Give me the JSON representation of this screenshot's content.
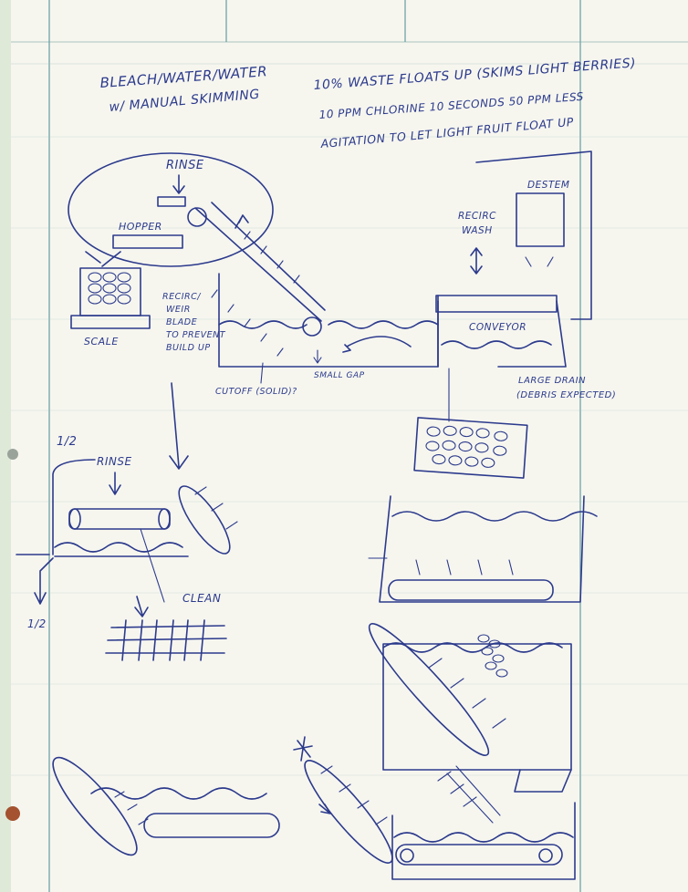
{
  "notes": {
    "heading_left_1": "BLEACH/WATER/WATER",
    "heading_left_2": "w/ MANUAL SKIMMING",
    "heading_right_1": "10% WASTE FLOATS UP (SKIMS LIGHT BERRIES)",
    "heading_right_2": "10 PPM CHLORINE 10 SECONDS    50 PPM LESS",
    "heading_right_3": "AGITATION TO LET LIGHT FRUIT FLOAT UP"
  },
  "top_diagram": {
    "rinse": "RINSE",
    "hopper": "HOPPER",
    "scale": "SCALE",
    "recirc_weir_1": "RECIRC/",
    "recirc_weir_2": "WEIR",
    "recirc_weir_3": "BLADE",
    "recirc_weir_4": "TO PREVENT",
    "recirc_weir_5": "BUILD UP",
    "cutoff": "CUTOFF (SOLID)?",
    "small_gap": "SMALL GAP",
    "recirc_wash_1": "RECIRC",
    "recirc_wash_2": "WASH",
    "destem": "DESTEM",
    "conveyor": "CONVEYOR",
    "large_drain_1": "LARGE DRAIN",
    "large_drain_2": "(DEBRIS EXPECTED)"
  },
  "bottom_left": {
    "half_top": "1/2",
    "rinse": "RINSE",
    "half_bottom": "1/2",
    "clean": "CLEAN"
  },
  "colors": {
    "ink": "#2c3a8c",
    "paper": "#f6f6ef",
    "background": "#dfe9d8"
  }
}
